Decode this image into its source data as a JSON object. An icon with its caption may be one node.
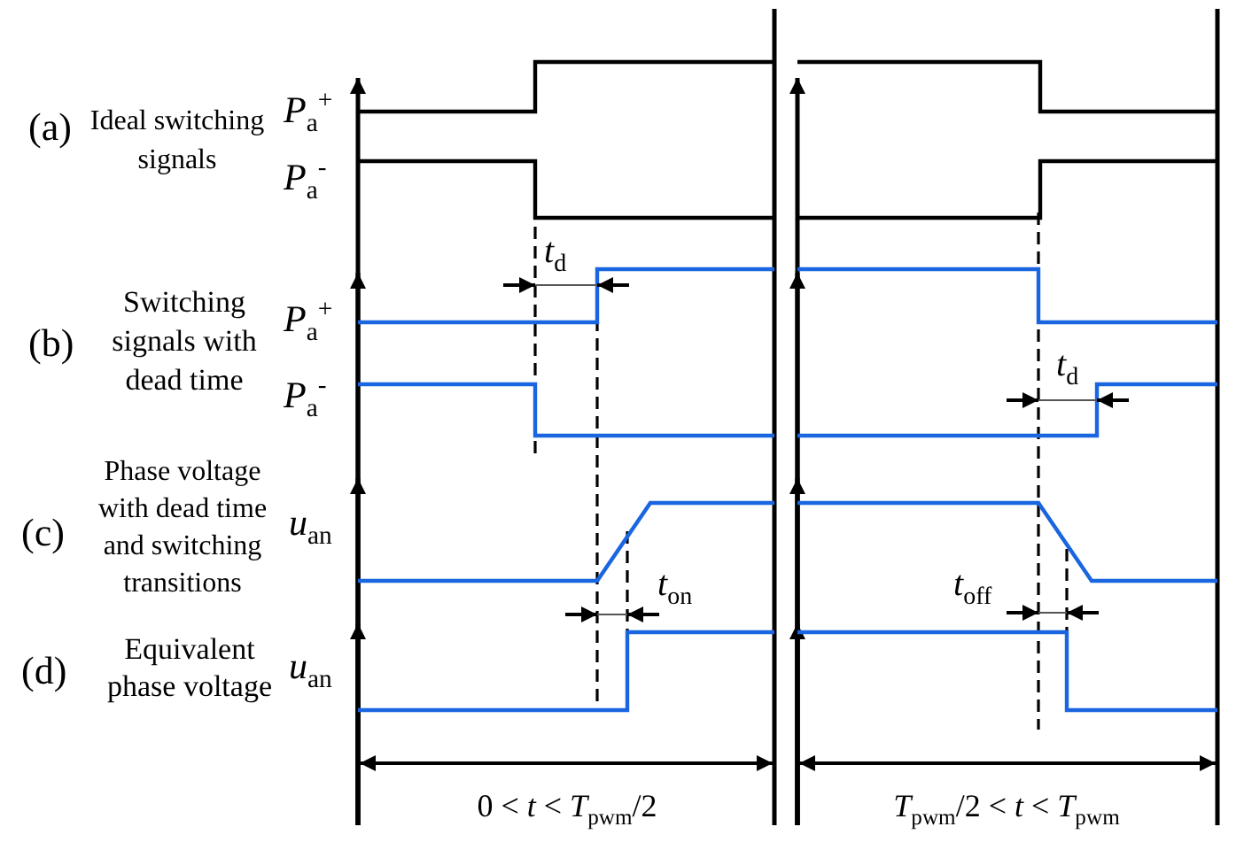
{
  "diagram": {
    "labels": [
      "(a)",
      "Ideal switching signals",
      "*P*$_{a}$$^{+}$",
      "*P*$_{a}$$^{-}$",
      "*t*$_{d}$",
      "Switching signals with dead time",
      "(b)",
      "*P*$_{a}$$^{+}$",
      "*P*$_{a}$$^{-}$",
      "*t*$_{d}$",
      "Phase voltage with dead time and switching transitions",
      "(c)",
      "*u*$_{an}$",
      "*t*$_{on}$",
      "*t*$_{off}$",
      "Equivalent phase voltage",
      "(d)",
      "*u*$_{an}$",
      "0 < *t* < *T*$_{pwm}$/2",
      "*T*$_{pwm}$/2 < *t* < *T*$_{pwm}$"
    ]
  }
}
